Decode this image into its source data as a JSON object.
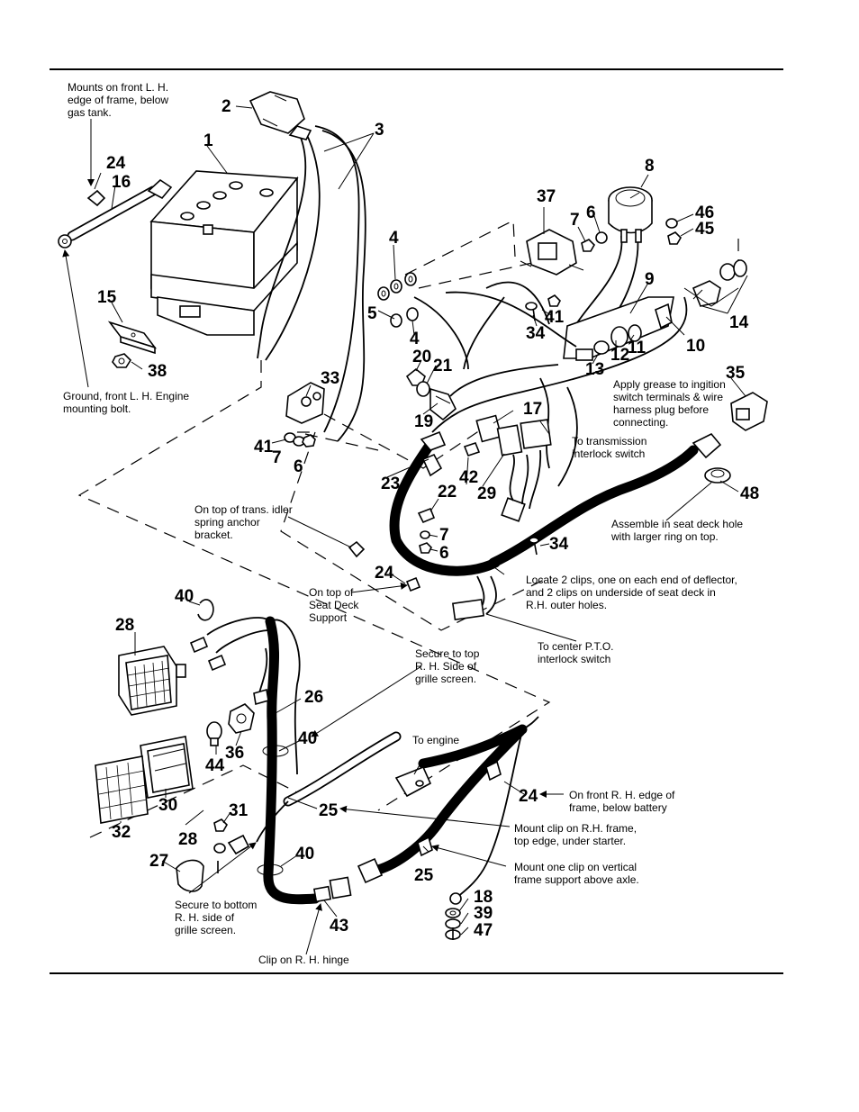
{
  "callouts": {
    "c1": "1",
    "c2": "2",
    "c3": "3",
    "c4a": "4",
    "c4b": "4",
    "c5": "5",
    "c6a": "6",
    "c6b": "6",
    "c6c": "6",
    "c7a": "7",
    "c7b": "7",
    "c7c": "7",
    "c8": "8",
    "c9": "9",
    "c10": "10",
    "c11": "11",
    "c12": "12",
    "c13": "13",
    "c14": "14",
    "c15": "15",
    "c16": "16",
    "c17": "17",
    "c18": "18",
    "c19": "19",
    "c20": "20",
    "c21": "21",
    "c22": "22",
    "c23": "23",
    "c24a": "24",
    "c24b": "24",
    "c24c": "24",
    "c25a": "25",
    "c25b": "25",
    "c26": "26",
    "c27": "27",
    "c28a": "28",
    "c28b": "28",
    "c29": "29",
    "c30": "30",
    "c31": "31",
    "c32": "32",
    "c33": "33",
    "c34a": "34",
    "c34b": "34",
    "c35": "35",
    "c36": "36",
    "c37": "37",
    "c38": "38",
    "c39": "39",
    "c40a": "40",
    "c40b": "40",
    "c40c": "40",
    "c41a": "41",
    "c41b": "41",
    "c42": "42",
    "c43": "43",
    "c44": "44",
    "c45": "45",
    "c46": "46",
    "c47": "47",
    "c48": "48"
  },
  "notes": {
    "mounts_front_lh": [
      "Mounts on front L. H.",
      "edge of frame, below",
      "gas tank."
    ],
    "ground_engine": [
      "Ground, front L. H. Engine",
      "mounting bolt."
    ],
    "apply_grease": [
      "Apply grease to ingition",
      "switch terminals & wire",
      "harness plug before",
      "connecting."
    ],
    "to_transmission": [
      "To transmission",
      "interlock switch"
    ],
    "trans_idler": [
      "On top of trans. idler",
      "spring anchor",
      "bracket."
    ],
    "seat_deck_support": [
      "On top of",
      "Seat Deck",
      "Support"
    ],
    "assemble_seat_deck": [
      "Assemble in seat deck hole",
      "with larger ring on top."
    ],
    "locate_clips": [
      "Locate 2 clips, one on each end of deflector,",
      "and 2 clips on underside of seat deck in",
      "R.H. outer holes."
    ],
    "center_pto": [
      "To center P.T.O.",
      "interlock switch"
    ],
    "secure_top_grille": [
      "Secure to top",
      "R. H. Side of",
      "grille screen."
    ],
    "to_engine": [
      "To engine"
    ],
    "front_rh_battery": [
      "On front R. H. edge of",
      "frame, below battery"
    ],
    "clip_rh_frame": [
      "Mount clip on R.H. frame,",
      "top edge, under starter."
    ],
    "clip_vertical": [
      "Mount one clip on vertical",
      "frame support above axle."
    ],
    "secure_bottom_grille": [
      "Secure to bottom",
      "R. H. side of",
      "grille screen."
    ],
    "clip_rh_hinge": [
      "Clip on R. H. hinge"
    ]
  }
}
